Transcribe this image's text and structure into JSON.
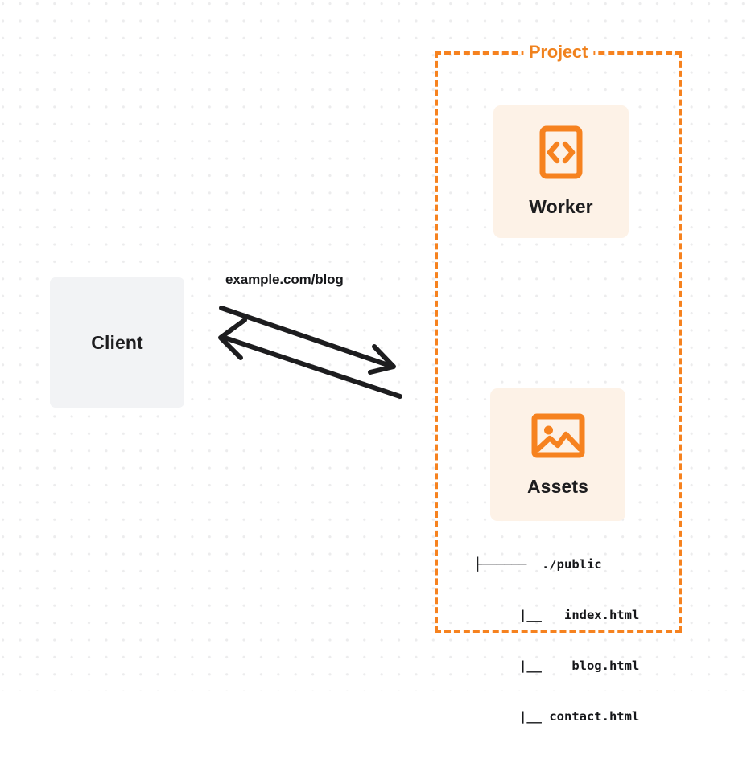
{
  "diagram": {
    "type": "architecture-flow",
    "title_visible": "Project",
    "background": {
      "style": "dot-grid",
      "dot_color": "#ececed",
      "page_color": "#ffffff"
    },
    "colors": {
      "brand_orange": "#f6821f",
      "title_orange": "#f0821e",
      "card_cream": "#fdf2e7",
      "client_gray": "#f2f3f5",
      "text_dark": "#1d1d1f",
      "arrow_black": "#1d1d1f"
    }
  },
  "client": {
    "label": "Client"
  },
  "connection": {
    "label": "example.com/blog",
    "request_arrow": "arrow-right-icon",
    "response_arrow": "arrow-left-icon",
    "direction": "bidirectional"
  },
  "project": {
    "title": "Project",
    "border_style": "dashed",
    "nodes": [
      {
        "id": "worker",
        "label": "Worker",
        "icon": "code-file-icon",
        "icon_glyph": "<>"
      },
      {
        "id": "assets",
        "label": "Assets",
        "icon": "image-icon"
      }
    ]
  },
  "file_tree": {
    "rows": [
      {
        "prefix": "├─────",
        "name": "./public"
      },
      {
        "prefix": "     |__",
        "name": "index.html"
      },
      {
        "prefix": "     |__",
        "name": "blog.html"
      },
      {
        "prefix": "     |__",
        "name": "contact.html"
      }
    ],
    "lines": [
      "├──────  ./public",
      "      |__   index.html",
      "      |__    blog.html",
      "      |__ contact.html"
    ]
  }
}
